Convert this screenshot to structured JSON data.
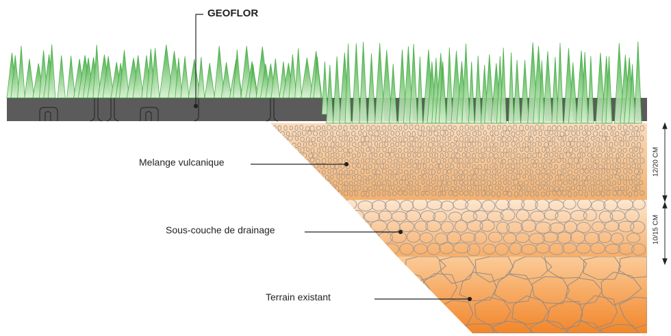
{
  "title": "GEOFLOR",
  "layers": [
    {
      "label": "Melange vulcanique"
    },
    {
      "label": "Sous-couche de drainage"
    },
    {
      "label": "Terrain existant"
    }
  ],
  "dimensions": [
    "12/20 CM",
    "10/15 CM"
  ],
  "colors": {
    "grass": "#4cb84c",
    "slab": "#5b5b5b",
    "volcanic": "#f5c79a",
    "drainage": "#fbcf9f",
    "terrain": "#f4902e"
  }
}
